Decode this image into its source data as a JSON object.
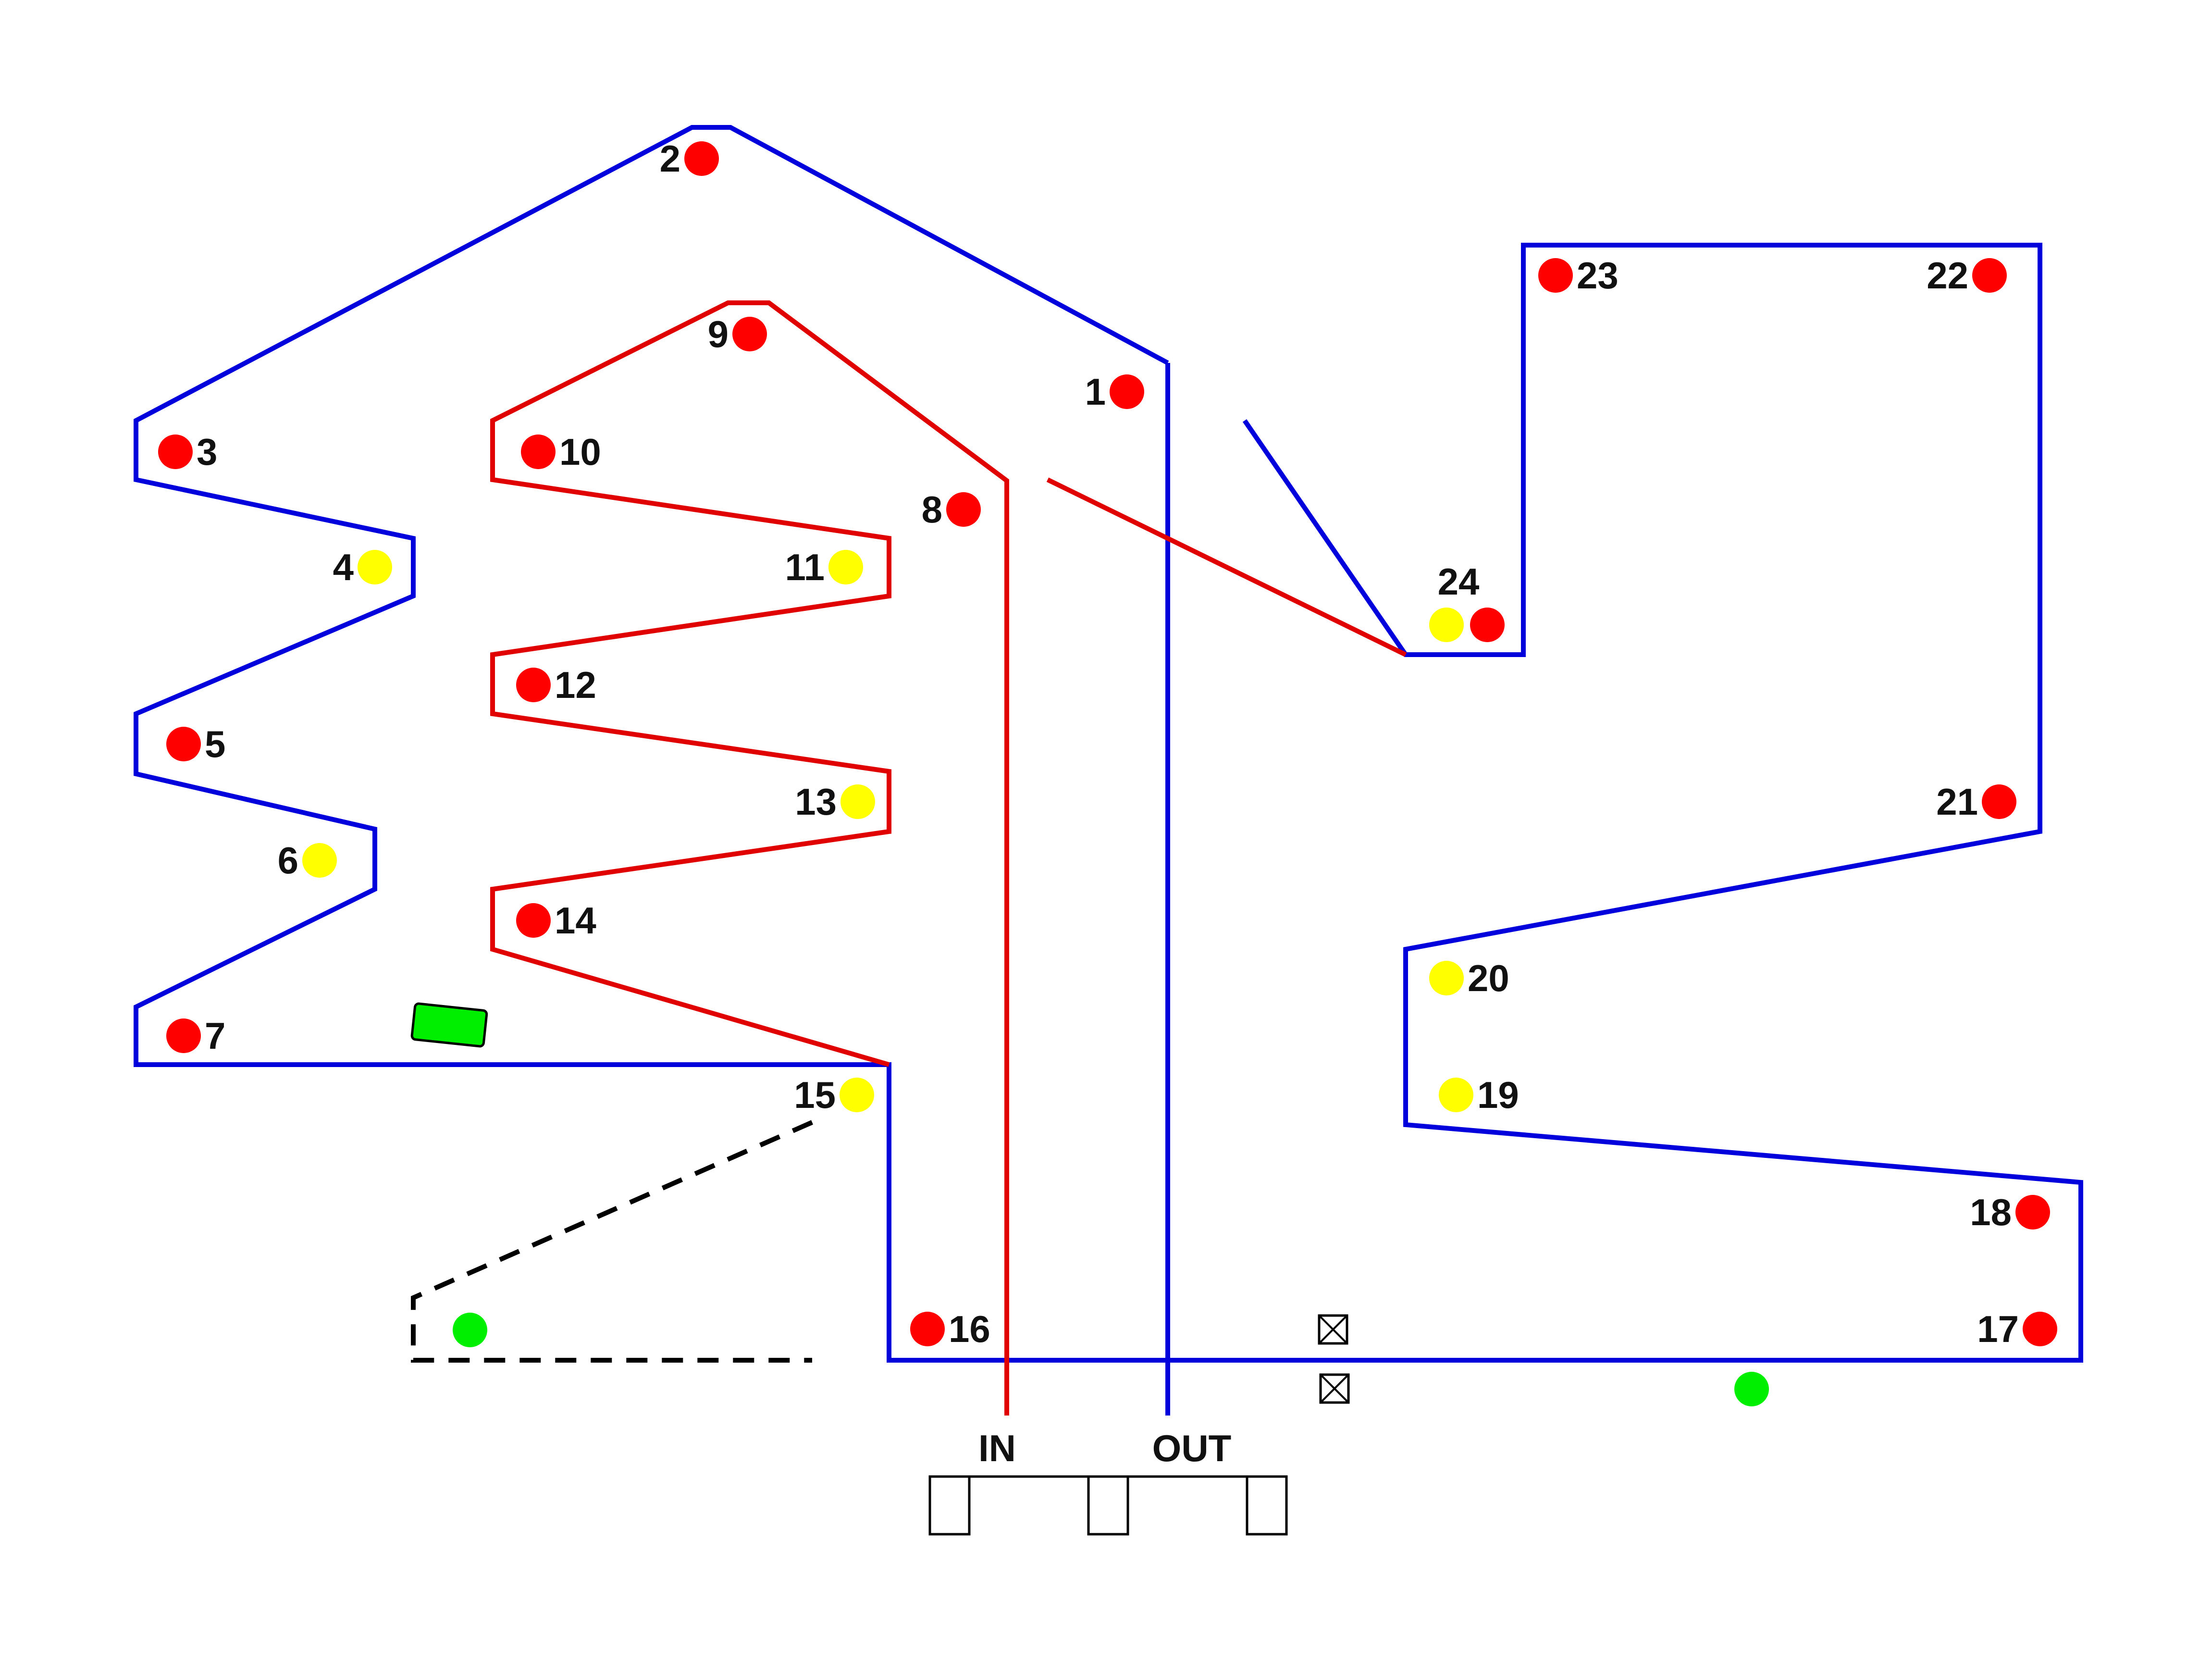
{
  "colors": {
    "outer_route": "#0000dd",
    "inner_route": "#e00000",
    "dashed_route": "#000000",
    "red_marker": "#ff0000",
    "yellow_marker": "#ffff00",
    "green_marker": "#00ee00",
    "vehicle": "#00ee00"
  },
  "markers": [
    {
      "label": "1",
      "color": "red"
    },
    {
      "label": "2",
      "color": "red"
    },
    {
      "label": "3",
      "color": "red"
    },
    {
      "label": "4",
      "color": "yellow"
    },
    {
      "label": "5",
      "color": "red"
    },
    {
      "label": "6",
      "color": "yellow"
    },
    {
      "label": "7",
      "color": "red"
    },
    {
      "label": "8",
      "color": "red"
    },
    {
      "label": "9",
      "color": "red"
    },
    {
      "label": "10",
      "color": "red"
    },
    {
      "label": "11",
      "color": "yellow"
    },
    {
      "label": "12",
      "color": "red"
    },
    {
      "label": "13",
      "color": "yellow"
    },
    {
      "label": "14",
      "color": "red"
    },
    {
      "label": "15",
      "color": "yellow"
    },
    {
      "label": "16",
      "color": "red"
    },
    {
      "label": "17",
      "color": "red"
    },
    {
      "label": "18",
      "color": "red"
    },
    {
      "label": "19",
      "color": "yellow"
    },
    {
      "label": "20",
      "color": "yellow"
    },
    {
      "label": "21",
      "color": "red"
    },
    {
      "label": "22",
      "color": "red"
    },
    {
      "label": "23",
      "color": "red"
    },
    {
      "label": "24",
      "color": "yellow"
    }
  ],
  "station_labels": {
    "in": "IN",
    "out": "OUT"
  },
  "icons": {
    "checkpoint": "boxed-x-icon",
    "vehicle": "green-vehicle-icon",
    "station": "station-bay-icon"
  }
}
